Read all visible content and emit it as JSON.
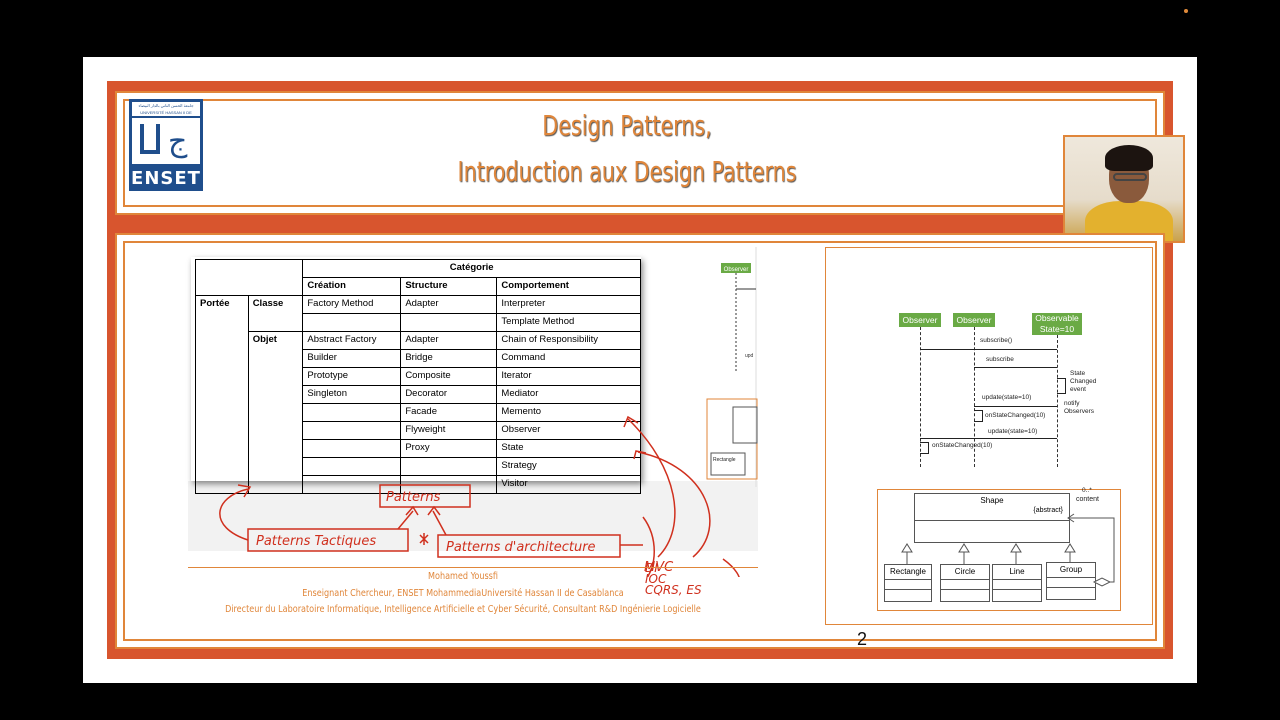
{
  "header": {
    "title_line1": "Design Patterns,",
    "title_line2": "Introduction aux Design Patterns",
    "logo_text": "ENSET",
    "logo_top": "جامعة الحسن الثاني بالدار البيضاء UNIVERSITÉ HASSAN II DE CASABLANCA"
  },
  "table": {
    "header_category": "Catégorie",
    "col_creation": "Création",
    "col_structure": "Structure",
    "col_behavior": "Comportement",
    "row_scope": "Portée",
    "row_class": "Classe",
    "row_object": "Objet",
    "rows": [
      [
        "Factory Method",
        "Adapter",
        "Interpreter"
      ],
      [
        "",
        "",
        "Template Method"
      ],
      [
        "Abstract Factory",
        "Adapter",
        "Chain of Responsibility"
      ],
      [
        "Builder",
        "Bridge",
        "Command"
      ],
      [
        "Prototype",
        "Composite",
        "Iterator"
      ],
      [
        "Singleton",
        "Decorator",
        "Mediator"
      ],
      [
        "",
        "Facade",
        "Memento"
      ],
      [
        "",
        "Flyweight",
        "Observer"
      ],
      [
        "",
        "Proxy",
        "State"
      ],
      [
        "",
        "",
        "Strategy"
      ],
      [
        "",
        "",
        "Visitor"
      ]
    ]
  },
  "annotations": {
    "patterns": "Patterns",
    "tactiques": "Patterns Tactiques",
    "architecture": "Patterns d'architecture",
    "mvc": "MVC",
    "di": "DI",
    "ioc": "IOC",
    "cqrs": "CQRS, ES"
  },
  "partial_diagram": {
    "observer": "Observer",
    "rectangle": "Rectangle",
    "upd": "upd"
  },
  "author": {
    "name": "Mohamed Youssfi",
    "line2": "Enseignant Chercheur, ENSET MohammediaUniversité Hassan II de Casablanca",
    "line3": "Directeur du Laboratoire Informatique, Intelligence Artificielle et Cyber Sécurité, Consultant R&D Ingénierie Logicielle"
  },
  "sequence": {
    "observer1": "Observer",
    "observer2": "Observer",
    "observable": "Observable\nState=10",
    "subscribe1": "subscribe()",
    "subscribe2": "subscribe",
    "state_changed": "State\nChanged\nevent",
    "update1": "update(state=10)",
    "notify": "notify\nObservers",
    "onstate1": "onStateChanged(10)",
    "update2": "update(state=10)",
    "onstate2": "onStateChanged(10)"
  },
  "uml": {
    "shape": "Shape",
    "abstract": "{abstract}",
    "multiplicity": "0..*",
    "content": "content",
    "rectangle": "Rectangle",
    "circle": "Circle",
    "line": "Line",
    "group": "Group"
  },
  "page_number": "2",
  "colors": {
    "accent": "#d8552e",
    "title": "#e0863a",
    "green": "#6aaa45",
    "ink_red": "#d0301e"
  }
}
